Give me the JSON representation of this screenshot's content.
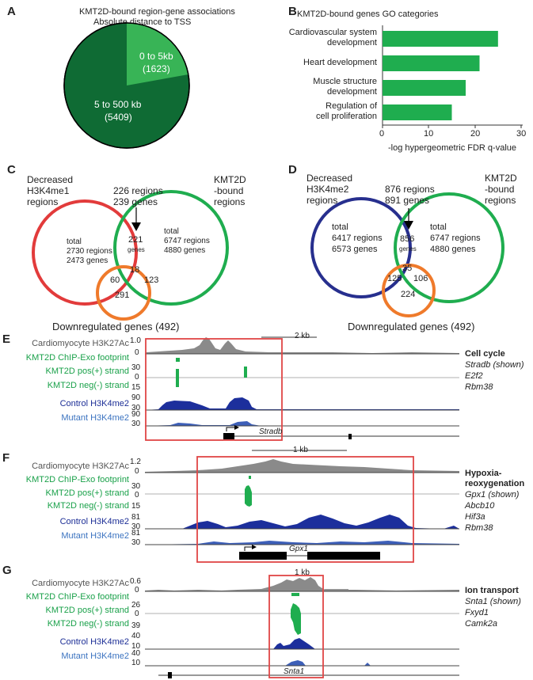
{
  "panelA": {
    "letter": "A",
    "title1": "KMT2D-bound region-gene associations",
    "title2": "Absolute distance to TSS",
    "slice_small_label": "0 to 5kb",
    "slice_small_count": "(1623)",
    "slice_large_label": "5 to 500 kb",
    "slice_large_count": "(5409)"
  },
  "panelB": {
    "letter": "B"
  },
  "panelC": {
    "letter": "C",
    "left_title": [
      "Decreased",
      "H3K4me1",
      "regions"
    ],
    "right_title": [
      "KMT2D",
      "-bound",
      "regions"
    ],
    "arrow_top": "226 regions",
    "arrow_bottom": "239 genes",
    "left_total": [
      "total",
      "2730 regions",
      "2473 genes"
    ],
    "right_total": [
      "total",
      "6747 regions",
      "4880 genes"
    ],
    "intersect_genes": "221",
    "intersect_word": "genes",
    "n18": "18",
    "n60": "60",
    "n123": "123",
    "n291": "291",
    "bottom": "Downregulated genes (492)"
  },
  "panelD": {
    "letter": "D",
    "left_title": [
      "Decreased",
      "H3K4me2",
      "regions"
    ],
    "right_title": [
      "KMT2D",
      "-bound",
      "regions"
    ],
    "arrow_top": "876 regions",
    "arrow_bottom": "891 genes",
    "left_total": [
      "total",
      "6417 regions",
      "6573 genes"
    ],
    "right_total": [
      "total",
      "6747 regions",
      "4880 genes"
    ],
    "intersect_genes": "856",
    "intersect_word": "genes",
    "n35": "35",
    "n125": "125",
    "n106": "106",
    "n224": "224",
    "bottom": "Downregulated genes (492)"
  },
  "panelE": {
    "letter": "E",
    "tracks": [
      "Cardiomyocyte H3K27Ac",
      "KMT2D ChIP-Exo footprint",
      "KMT2D pos(+) strand",
      "KMT2D neg(-) strand",
      "Control H3K4me2",
      "Mutant H3K4me2"
    ],
    "ticks": [
      "1.0",
      "0",
      "30",
      "0",
      "15",
      "90",
      "30",
      "90",
      "30"
    ],
    "scale": "2 kb",
    "gene": "Stradb",
    "side_title": "Cell cycle",
    "side_genes": [
      "Stradb (shown)",
      "E2f2",
      "Rbm38"
    ]
  },
  "panelF": {
    "letter": "F",
    "tracks": [
      "Cardiomyocyte H3K27Ac",
      "KMT2D ChIP-Exo footprint",
      "KMT2D pos(+) strand",
      "KMT2D neg(-) strand",
      "Control H3K4me2",
      "Mutant H3K4me2"
    ],
    "ticks": [
      "1.2",
      "0",
      "30",
      "0",
      "15",
      "81",
      "30",
      "81",
      "30"
    ],
    "scale": "1 kb",
    "gene": "Gpx1",
    "side_title": "Hypoxia-",
    "side_title2": "reoxygenation",
    "side_genes": [
      "Gpx1 (shown)",
      "Abcb10",
      "Hif3a",
      "Rbm38"
    ]
  },
  "panelG": {
    "letter": "G",
    "tracks": [
      "Cardiomyocyte H3K27Ac",
      "KMT2D ChIP-Exo footprint",
      "KMT2D pos(+) strand",
      "KMT2D neg(-) strand",
      "Control H3K4me2",
      "Mutant H3K4me2"
    ],
    "ticks": [
      "0.6",
      "0",
      "26",
      "0",
      "39",
      "40",
      "10",
      "40",
      "10"
    ],
    "scale": "1 kb",
    "gene": "Snta1",
    "side_title": "Ion transport",
    "side_genes": [
      "Snta1 (shown)",
      "Fxyd1",
      "Camk2a"
    ]
  },
  "chart_data": {
    "type": "bar",
    "orientation": "horizontal",
    "title": "KMT2D-bound genes GO categories",
    "categories": [
      "Cardiovascular system development",
      "Heart development",
      "Muscle structure development",
      "Regulation of cell proliferation"
    ],
    "category_lines": [
      [
        "Cardiovascular system",
        "development"
      ],
      [
        "Heart development"
      ],
      [
        "Muscle structure",
        "development"
      ],
      [
        "Regulation  of",
        "cell proliferation"
      ]
    ],
    "values": [
      25,
      21,
      18,
      15
    ],
    "xlabel": "-log hypergeometric FDR q-value",
    "xlim": [
      0,
      30
    ],
    "xticks": [
      "0",
      "10",
      "20",
      "30"
    ],
    "color": "#1fad4f"
  },
  "colors": {
    "green": "#1fad4f",
    "dark_green": "#0f6b34",
    "red": "#e03a3a",
    "orange": "#ef7a2b",
    "navy": "#242e8f",
    "blue_track": "#1c2f9c",
    "gray_track": "#8a8a8a",
    "box_red": "#e04646"
  }
}
